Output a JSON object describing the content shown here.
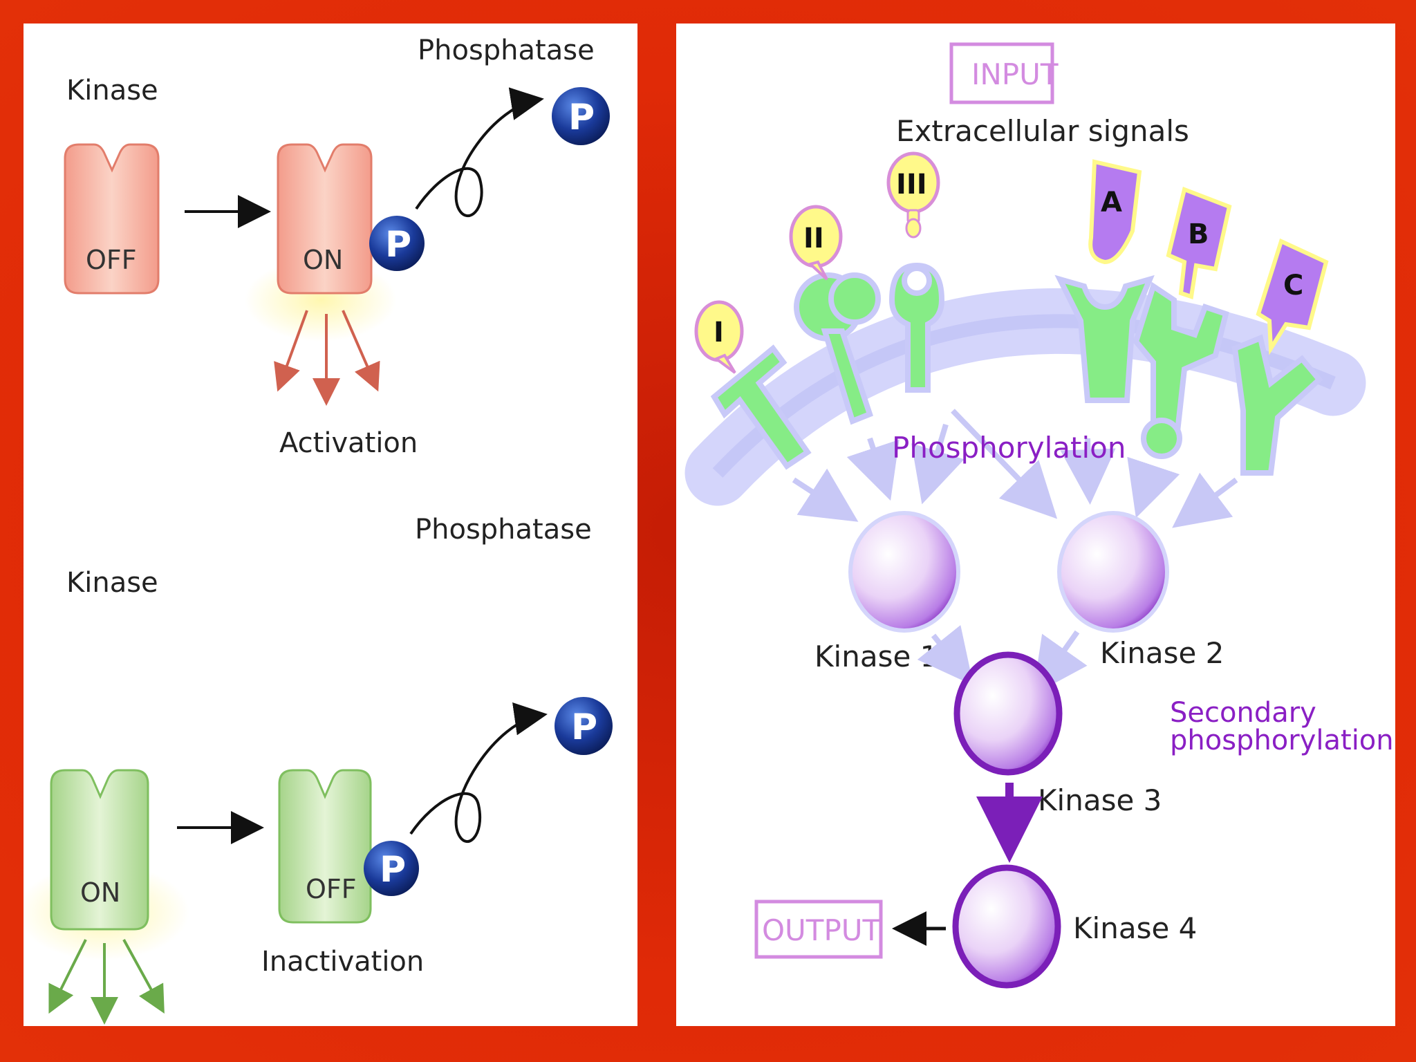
{
  "left_panel": {
    "top": {
      "kinase_label": "Kinase",
      "phosphatase_label": "Phosphatase",
      "off_label": "OFF",
      "on_label": "ON",
      "p_label": "P",
      "result_label": "Activation"
    },
    "bottom": {
      "kinase_label": "Kinase",
      "phosphatase_label": "Phosphatase",
      "on_label": "ON",
      "off_label": "OFF",
      "p_label": "P",
      "result_label": "Inactivation"
    }
  },
  "right_panel": {
    "input_label": "INPUT",
    "extracellular_label": "Extracellular signals",
    "signals": [
      "I",
      "II",
      "III",
      "A",
      "B",
      "C"
    ],
    "phosphorylation_label": "Phosphorylation",
    "kinase1_label": "Kinase 1",
    "kinase2_label": "Kinase 2",
    "kinase3_label": "Kinase 3",
    "kinase4_label": "Kinase 4",
    "secondary_label_line1": "Secondary",
    "secondary_label_line2": "phosphorylation",
    "output_label": "OUTPUT"
  },
  "colors": {
    "frame_red": "#e02a07",
    "kinase_pink": "#f4a596",
    "kinase_green": "#a8d888",
    "receptor_green": "#8ae88a",
    "membrane_lavender": "#cfd0fb",
    "kinase_sphere_purple": "#7b1fb8",
    "phospho_blue": "#1a3a9a"
  }
}
